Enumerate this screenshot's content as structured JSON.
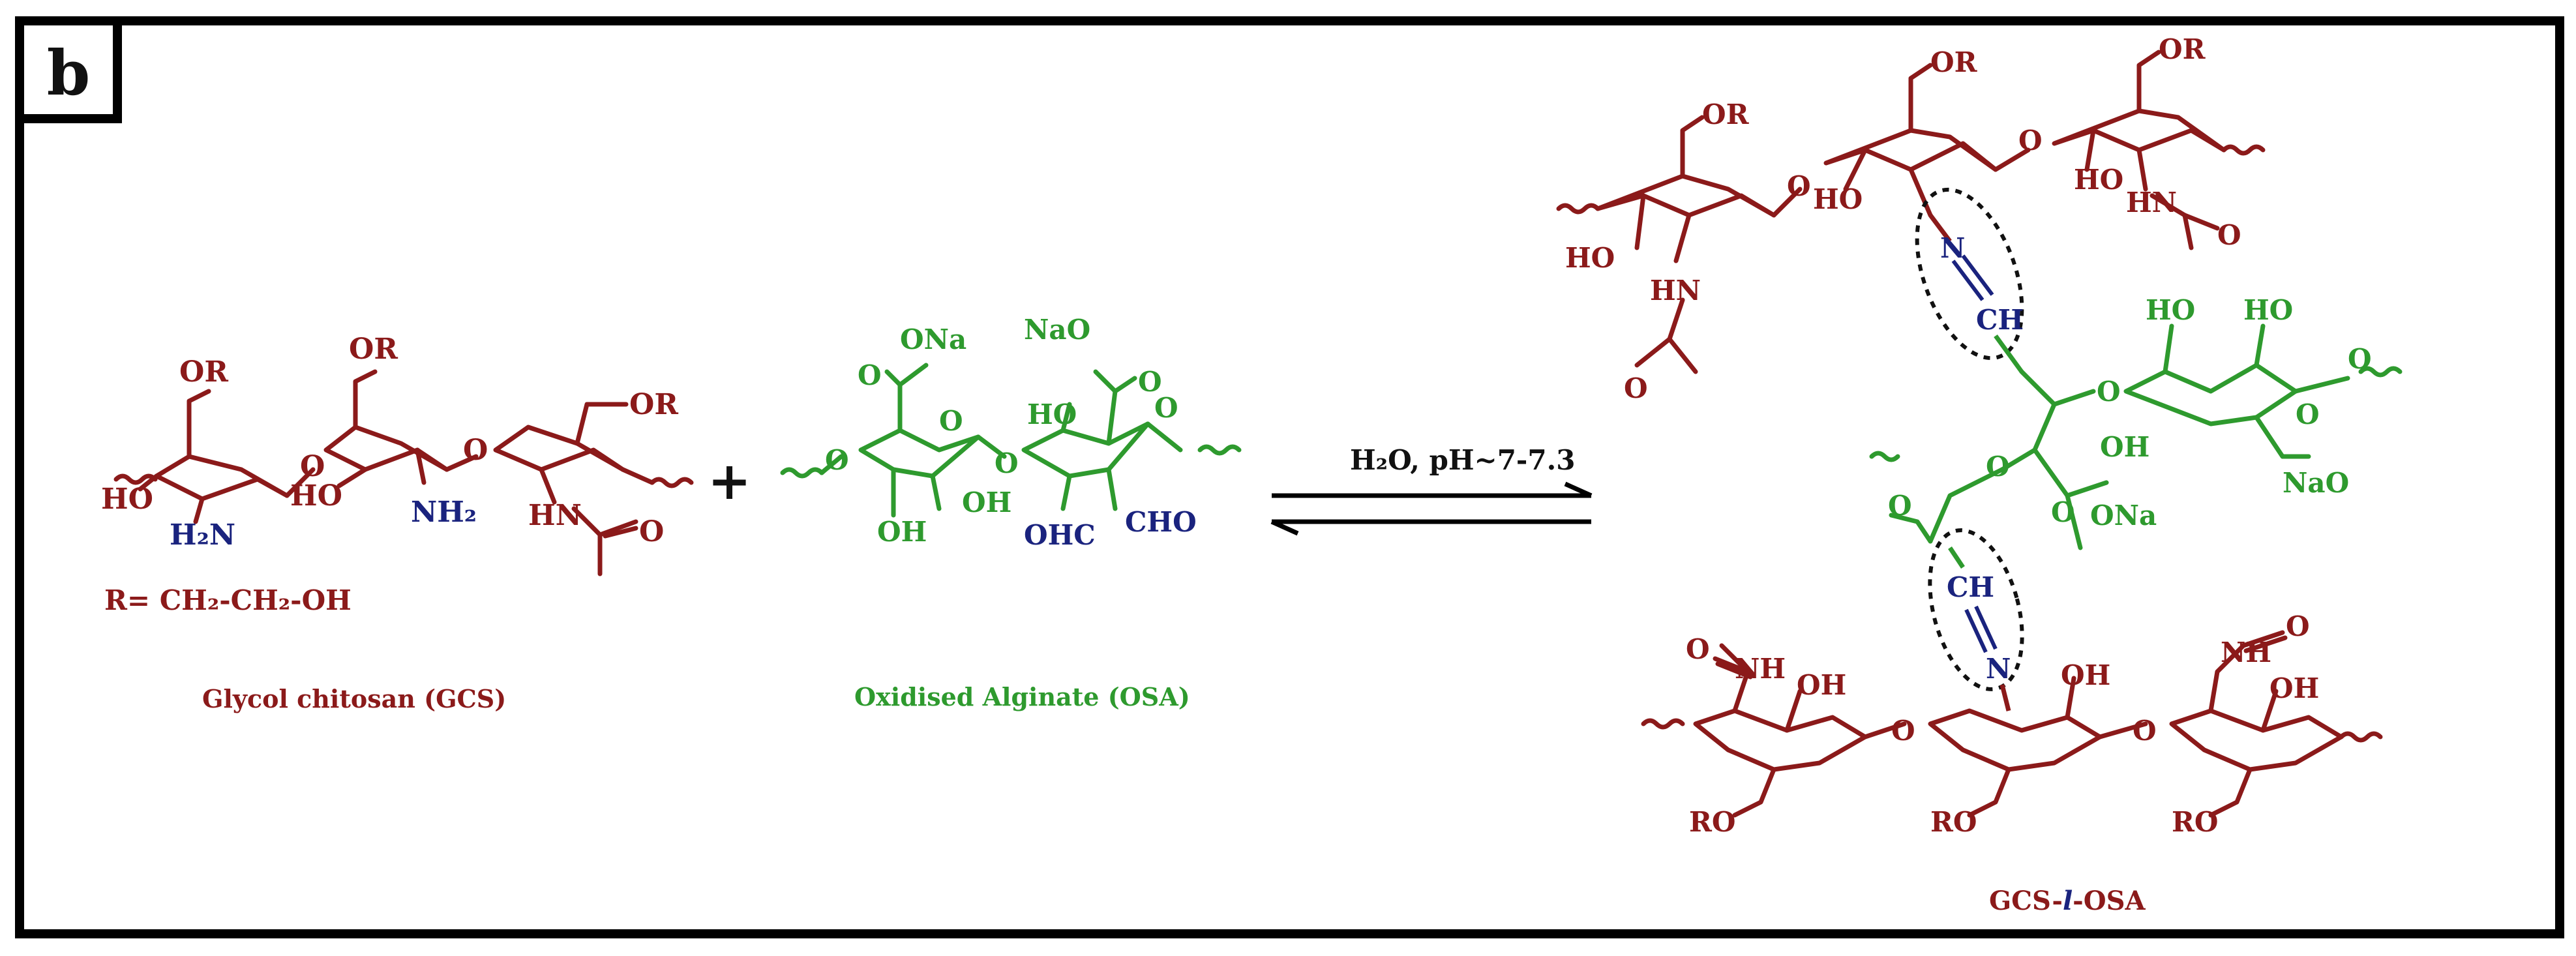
{
  "panel": {
    "label": "b"
  },
  "colors": {
    "chitosan": "#8b1a1a",
    "alginate": "#2e9a2e",
    "imine": "#1a237e",
    "frame": "#000000"
  },
  "gcs": {
    "or_1": "OR",
    "or_2": "OR",
    "or_3": "OR",
    "ho_1": "HO",
    "ho_2": "HO",
    "nh2_a": "H₂N",
    "nh2_b": "NH₂",
    "hn": "HN",
    "carbonyl_o": "O",
    "o_link_1": "O",
    "o_link_2": "O",
    "r_definition": "R= CH₂-CH₂-OH",
    "caption": "Glycol chitosan (GCS)"
  },
  "plus": "+",
  "osa": {
    "ona": "ONa",
    "nao": "NaO",
    "o_carb_1": "O",
    "o_carb_2": "O",
    "o_ring_1": "O",
    "o_ring_2": "O",
    "o_link_1": "O",
    "o_link_2": "O",
    "ho": "HO",
    "oh_1": "OH",
    "oh_2": "OH",
    "cho_1": "OHC",
    "cho_2": "CHO",
    "caption": "Oxidised Alginate (OSA)"
  },
  "reaction": {
    "conditions": "H₂O, pH~7-7.3"
  },
  "product": {
    "top": {
      "or_1": "OR",
      "or_2": "OR",
      "or_3": "OR",
      "ho_1": "HO",
      "ho_2": "HO",
      "ho_3": "HO",
      "hn_1": "HN",
      "hn_2": "HN",
      "o_1": "O",
      "o_2": "O",
      "o_link_1": "O",
      "o_link_2": "O"
    },
    "imine_top": {
      "n": "N",
      "ch": "CH"
    },
    "alginate": {
      "ho_1": "HO",
      "ho_2": "HO",
      "oh_1": "OH",
      "o_1": "O",
      "o_2": "O",
      "o_3": "O",
      "o_4": "O",
      "o_5": "O",
      "o_6": "O",
      "ona": "ONa",
      "nao": "NaO"
    },
    "imine_bottom": {
      "ch": "CH",
      "n": "N"
    },
    "bottom": {
      "nh_1": "NH",
      "nh_2": "NH",
      "o_1": "O",
      "o_2": "O",
      "oh_1": "OH",
      "oh_2": "OH",
      "oh_3": "OH",
      "o_link_1": "O",
      "o_link_2": "O",
      "ro_1": "RO",
      "ro_2": "RO",
      "ro_3": "RO"
    },
    "caption_prefix": "GCS-",
    "caption_italic": "l",
    "caption_suffix": "-OSA"
  }
}
